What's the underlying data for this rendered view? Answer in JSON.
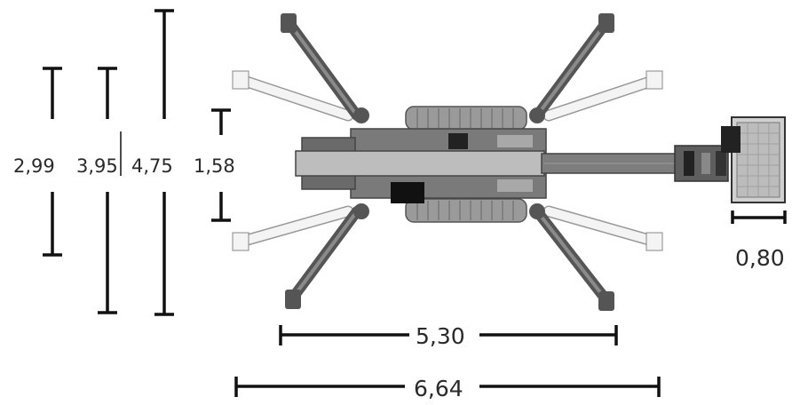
{
  "dimensions": {
    "width_stowed": "2,99",
    "width_tracks_extended": "3,95",
    "width_outriggers_max": "4,75",
    "width_undercarriage": "1,58",
    "basket_depth": "0,80",
    "outrigger_span_length": "5,30",
    "overall_length": "6,64"
  },
  "colors": {
    "line": "#111111",
    "machine_dark": "#555555",
    "machine_mid": "#8a8a8a",
    "machine_light": "#c4c4c4",
    "text": "#2a2a2a"
  }
}
